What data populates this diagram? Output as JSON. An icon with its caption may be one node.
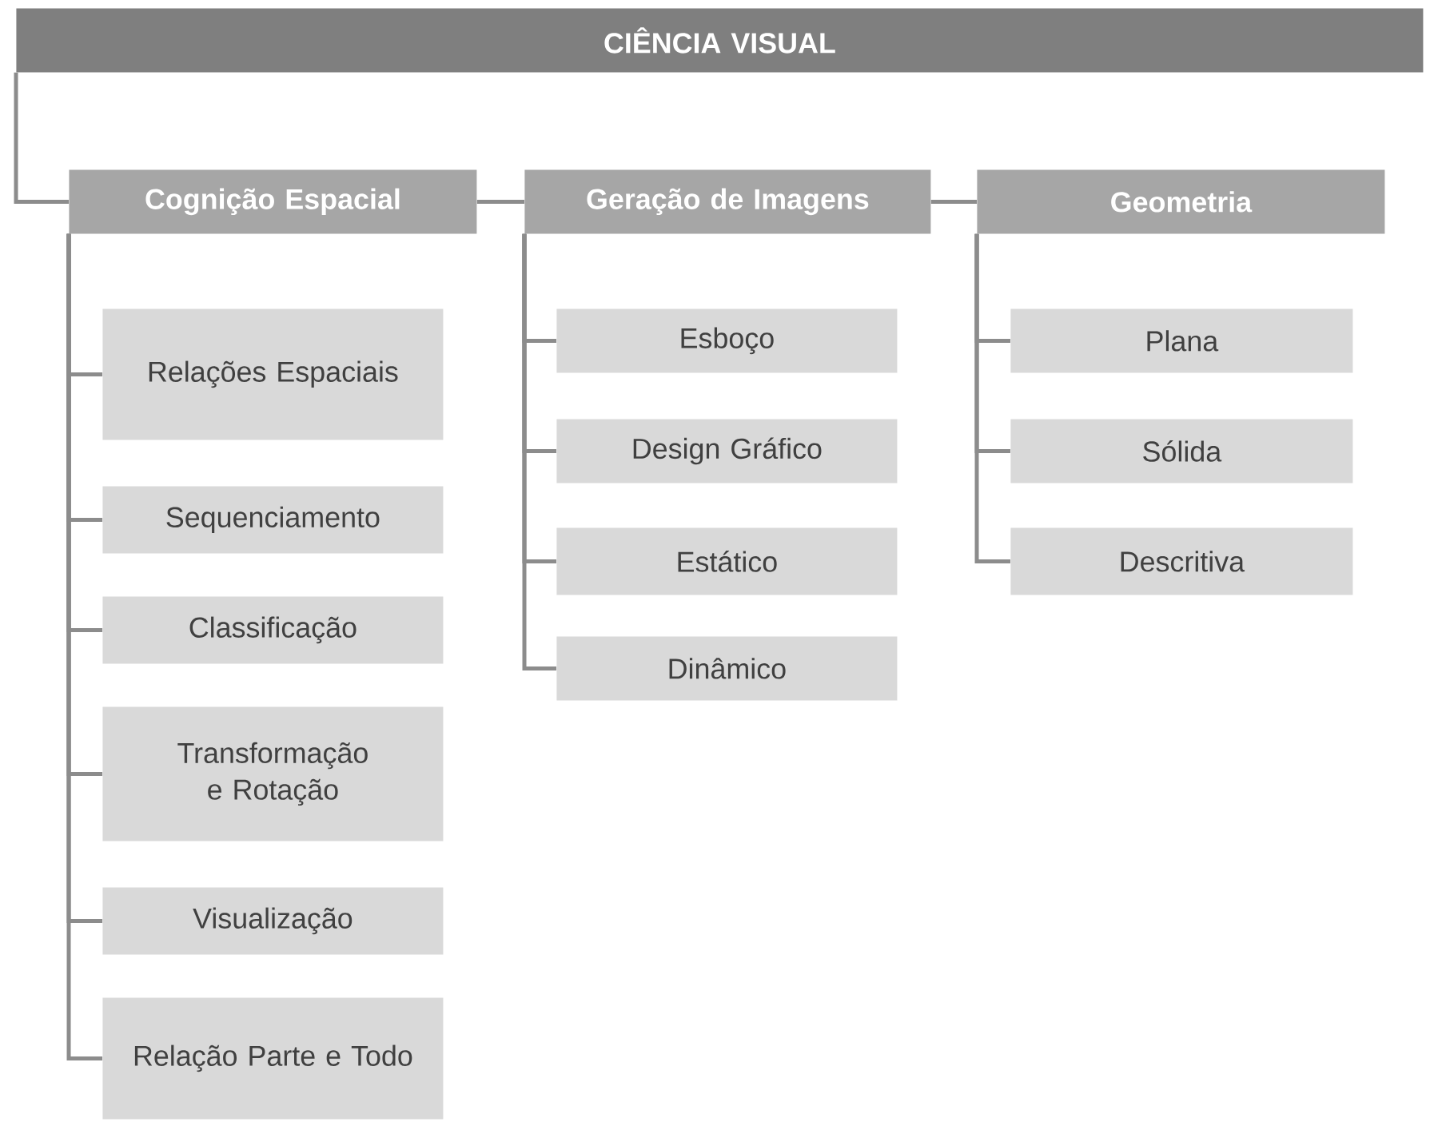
{
  "diagram": {
    "nodes": [
      {
        "text": [
          "CIÊNCIA VISUAL"
        ]
      },
      {
        "text": [
          "Cognição Espacial"
        ]
      },
      {
        "text": [
          "Geração de Imagens"
        ]
      },
      {
        "text": [
          "Geometria"
        ]
      },
      {
        "text": [
          "Relações Espaciais"
        ]
      },
      {
        "text": [
          "Sequenciamento"
        ]
      },
      {
        "text": [
          "Classificação"
        ]
      },
      {
        "text": [
          "Transformação e Rotação"
        ]
      },
      {
        "text": [
          "Visualização"
        ]
      },
      {
        "text": [
          "Relação Parte e Todo"
        ]
      },
      {
        "text": [
          "Esboço"
        ]
      },
      {
        "text": [
          "Design Gráfico"
        ]
      },
      {
        "text": [
          "Estático"
        ]
      },
      {
        "text": [
          "Dinâmico"
        ]
      },
      {
        "text": [
          "Plana"
        ]
      },
      {
        "text": [
          "Sólida"
        ]
      },
      {
        "text": [
          "Descritiva"
        ]
      }
    ],
    "edges": [
      {
        "from": 0,
        "to": 1,
        "arrow": "none"
      },
      {
        "from": 1,
        "to": 2,
        "arrow": "none"
      },
      {
        "from": 2,
        "to": 3,
        "arrow": "none"
      },
      {
        "from": 1,
        "to": 4,
        "arrow": "none"
      },
      {
        "from": 1,
        "to": 5,
        "arrow": "none"
      },
      {
        "from": 1,
        "to": 6,
        "arrow": "none"
      },
      {
        "from": 1,
        "to": 7,
        "arrow": "none"
      },
      {
        "from": 1,
        "to": 8,
        "arrow": "none"
      },
      {
        "from": 1,
        "to": 9,
        "arrow": "none"
      },
      {
        "from": 2,
        "to": 10,
        "arrow": "none"
      },
      {
        "from": 2,
        "to": 11,
        "arrow": "none"
      },
      {
        "from": 2,
        "to": 12,
        "arrow": "none"
      },
      {
        "from": 2,
        "to": 13,
        "arrow": "none"
      },
      {
        "from": 3,
        "to": 14,
        "arrow": "none"
      },
      {
        "from": 3,
        "to": 15,
        "arrow": "none"
      },
      {
        "from": 3,
        "to": 16,
        "arrow": "none"
      }
    ]
  }
}
